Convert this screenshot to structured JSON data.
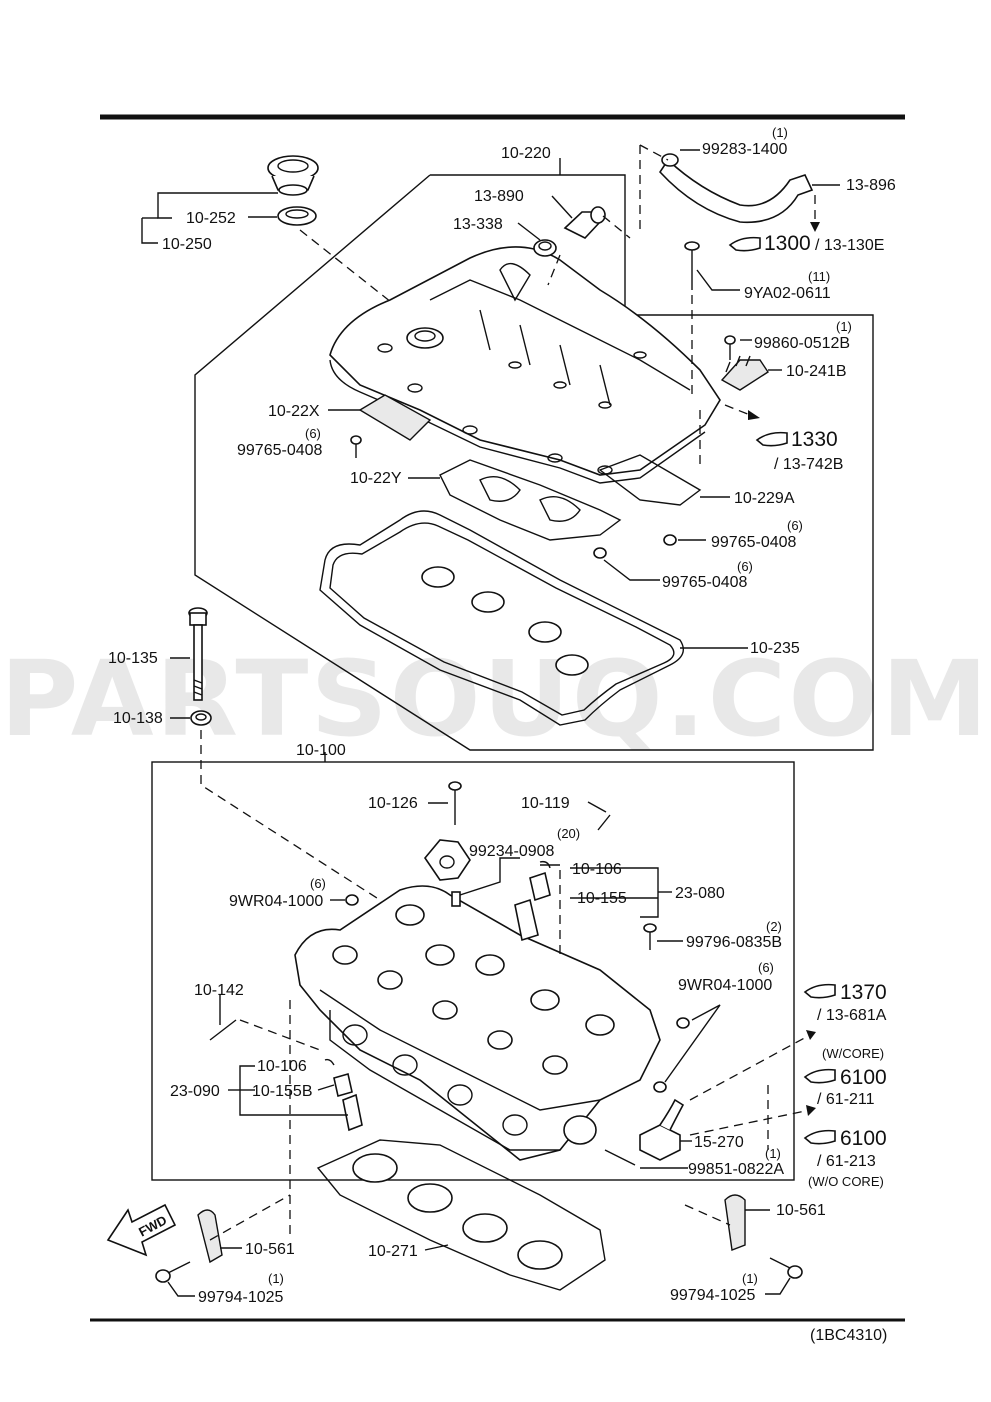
{
  "diagram_code": "(1BC4310)",
  "watermark": "PARTSOUQ.COM",
  "fwd_label": "FWD",
  "labels": {
    "p10_220": "10-220",
    "p99283": "99283-1400",
    "p99283_qty": "(1)",
    "p13_896": "13-896",
    "p13_890": "13-890",
    "p13_338": "13-338",
    "p10_252": "10-252",
    "p10_250": "10-250",
    "ref1300": "1300",
    "ref1300_sub": "/ 13-130E",
    "p9ya02": "9YA02-0611",
    "p9ya02_qty": "(11)",
    "p99860": "99860-0512B",
    "p99860_qty": "(1)",
    "p10_241b": "10-241B",
    "p10_22x": "10-22X",
    "p99765a_qty": "(6)",
    "p99765a": "99765-0408",
    "ref1330": "1330",
    "ref1330_sub": "/ 13-742B",
    "p10_22y": "10-22Y",
    "p10_229a": "10-229A",
    "p99765b_qty": "(6)",
    "p99765b": "99765-0408",
    "p99765c_qty": "(6)",
    "p99765c": "99765-0408",
    "p10_235": "10-235",
    "p10_135": "10-135",
    "p10_138": "10-138",
    "p10_100": "10-100",
    "p10_126": "10-126",
    "p10_119": "10-119",
    "p99234_qty": "(20)",
    "p99234": "99234-0908",
    "p10_106a": "10-106",
    "p10_155": "10-155",
    "p23_080": "23-080",
    "p9wr04a_qty": "(6)",
    "p9wr04a": "9WR04-1000",
    "p99796_qty": "(2)",
    "p99796": "99796-0835B",
    "p9wr04b_qty": "(6)",
    "p9wr04b": "9WR04-1000",
    "ref1370": "1370",
    "ref1370_sub": "/ 13-681A",
    "p10_142": "10-142",
    "p10_106b": "10-106",
    "p23_090": "23-090",
    "p10_155b": "10-155B",
    "wcore": "(W/CORE)",
    "ref6100a": "6100",
    "ref6100a_sub": "/ 61-211",
    "ref6100b": "6100",
    "ref6100b_sub": "/ 61-213",
    "wocore": "(W/O CORE)",
    "p15_270": "15-270",
    "p99851_qty": "(1)",
    "p99851": "99851-0822A",
    "p10_561a": "10-561",
    "p10_561b": "10-561",
    "p10_271": "10-271",
    "p99794a_qty": "(1)",
    "p99794a": "99794-1025",
    "p99794b_qty": "(1)",
    "p99794b": "99794-1025"
  }
}
